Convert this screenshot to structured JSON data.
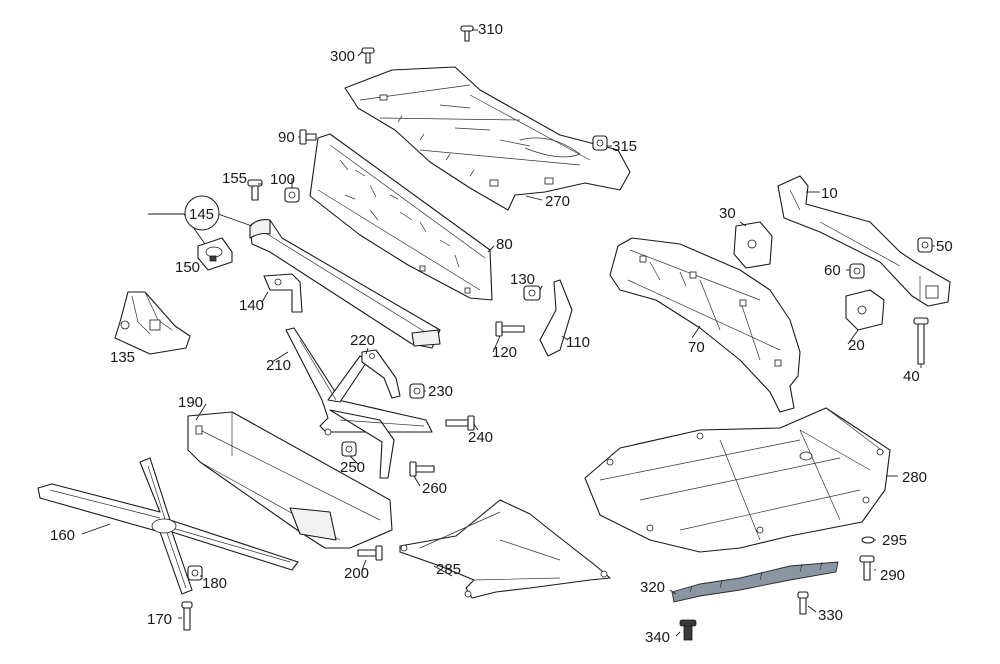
{
  "labels": {
    "p10": "10",
    "p20": "20",
    "p30": "30",
    "p40": "40",
    "p50": "50",
    "p60": "60",
    "p70": "70",
    "p80": "80",
    "p90": "90",
    "p100": "100",
    "p110": "110",
    "p120": "120",
    "p130": "130",
    "p135": "135",
    "p140": "140",
    "p145": "145",
    "p150": "150",
    "p155": "155",
    "p160": "160",
    "p170": "170",
    "p180": "180",
    "p190": "190",
    "p200": "200",
    "p210": "210",
    "p220": "220",
    "p230": "230",
    "p240": "240",
    "p250": "250",
    "p260": "260",
    "p270": "270",
    "p280": "280",
    "p285": "285",
    "p290": "290",
    "p295": "295",
    "p300": "300",
    "p310": "310",
    "p315": "315",
    "p320": "320",
    "p330": "330",
    "p340": "340"
  },
  "colors": {
    "line": "#1a1a1a",
    "trim_strip": "#8a97a3",
    "fastener_dark": "#3a3a3a"
  }
}
